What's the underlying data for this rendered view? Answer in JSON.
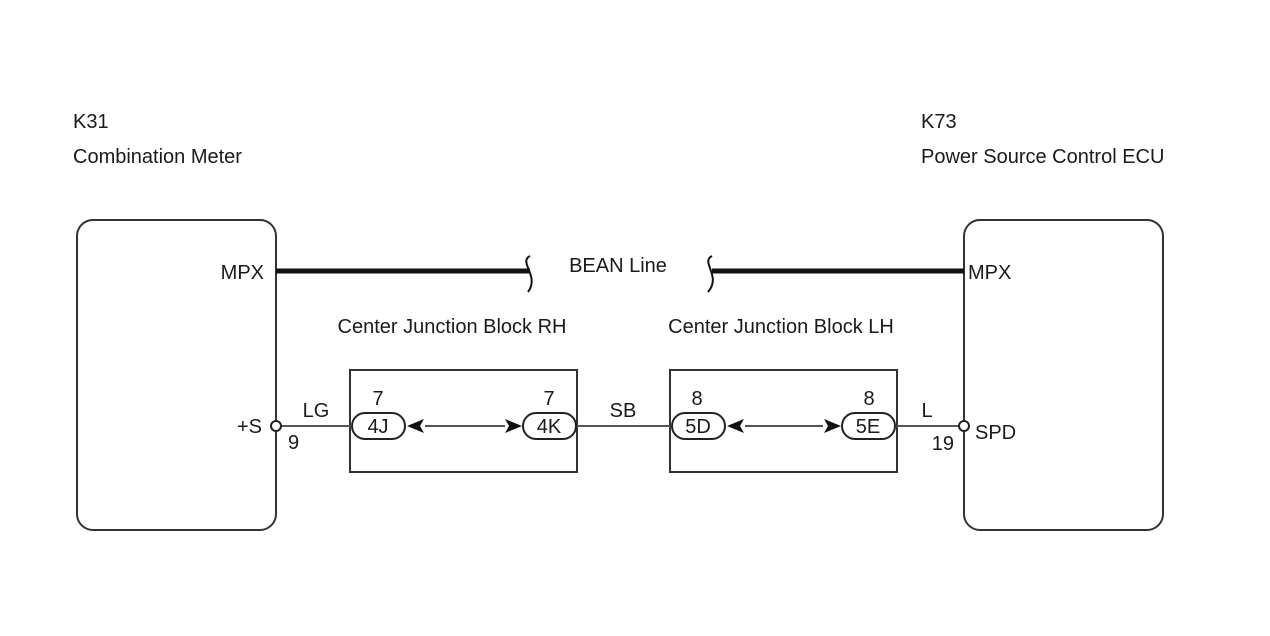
{
  "left_ecu": {
    "code": "K31",
    "name": "Combination Meter",
    "mpx_label": "MPX",
    "speed_pin_label": "+S",
    "speed_pin_no": "9"
  },
  "right_ecu": {
    "code": "K73",
    "name": "Power Source Control ECU",
    "mpx_label": "MPX",
    "speed_pin_label": "SPD",
    "speed_pin_no": "19"
  },
  "bean_line": {
    "label": "BEAN Line"
  },
  "junction_blocks": [
    {
      "name": "Center Junction Block RH",
      "in": {
        "connector": "4J",
        "pin": "7"
      },
      "out": {
        "connector": "4K",
        "pin": "7"
      }
    },
    {
      "name": "Center Junction Block LH",
      "in": {
        "connector": "5D",
        "pin": "8"
      },
      "out": {
        "connector": "5E",
        "pin": "8"
      }
    }
  ],
  "wire_colors": [
    "LG",
    "SB",
    "L"
  ]
}
